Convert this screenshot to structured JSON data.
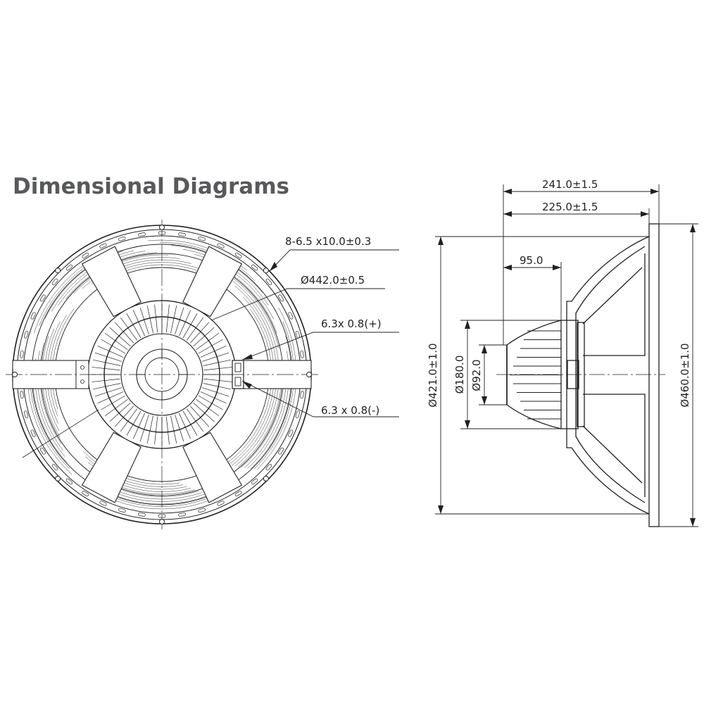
{
  "title": "Dimensional Diagrams",
  "front_view": {
    "mounting_holes": "8-6.5 x10.0±0.3",
    "bolt_circle": "Ø442.0±0.5",
    "terminal_positive": "6.3x 0.8(+)",
    "terminal_negative": "6.3 x 0.8(-)"
  },
  "side_view": {
    "overall_depth": "241.0±1.5",
    "depth_to_flange": "225.0±1.5",
    "magnet_depth": "95.0",
    "baffle_cutout_diameter": "Ø421.0±1.0",
    "magnet_diameter": "Ø180.0",
    "pole_diameter": "Ø92.0",
    "outer_diameter": "Ø460.0±1.0"
  },
  "colors": {
    "title": "#58595b",
    "line": "#231f20",
    "background": "#ffffff"
  }
}
